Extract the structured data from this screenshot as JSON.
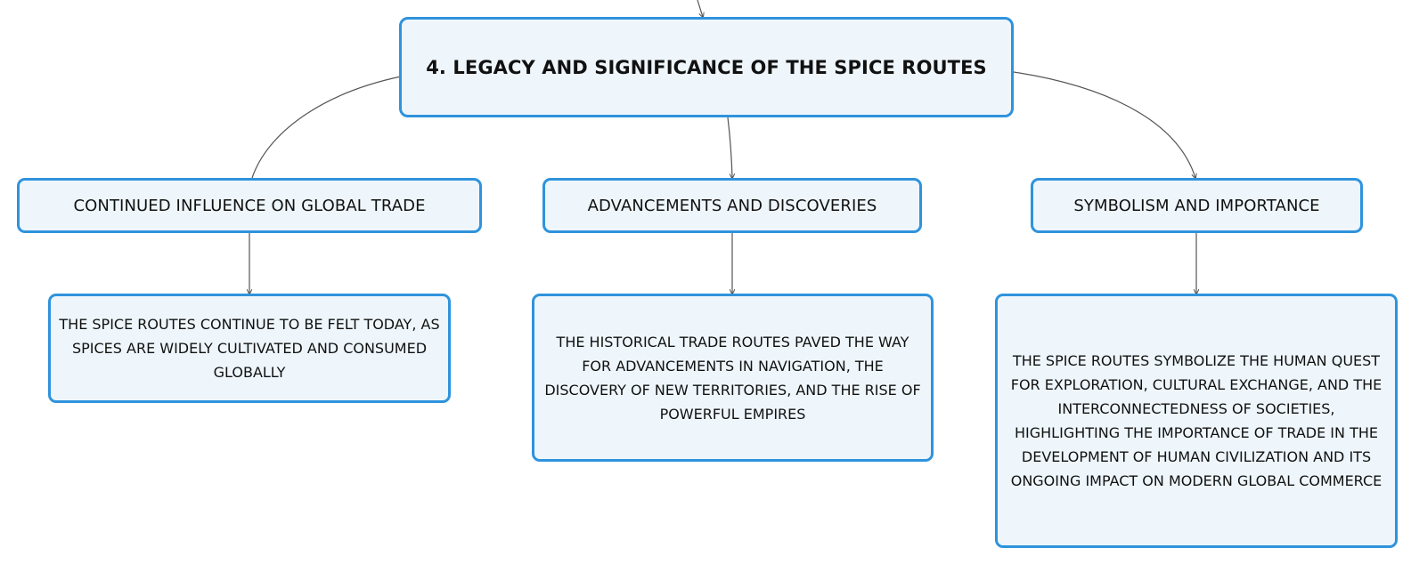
{
  "diagram": {
    "root": {
      "label": "4. LEGACY AND SIGNIFICANCE OF THE SPICE ROUTES"
    },
    "branches": [
      {
        "label": "CONTINUED INFLUENCE ON GLOBAL TRADE",
        "detail": "THE SPICE ROUTES CONTINUE TO BE FELT TODAY, AS SPICES ARE WIDELY CULTIVATED AND CONSUMED GLOBALLY"
      },
      {
        "label": "ADVANCEMENTS AND DISCOVERIES",
        "detail": "THE HISTORICAL TRADE ROUTES PAVED THE WAY FOR ADVANCEMENTS IN NAVIGATION, THE DISCOVERY OF NEW TERRITORIES, AND THE RISE OF POWERFUL EMPIRES"
      },
      {
        "label": "SYMBOLISM AND IMPORTANCE",
        "detail": "THE SPICE ROUTES SYMBOLIZE THE HUMAN QUEST FOR EXPLORATION, CULTURAL EXCHANGE, AND THE INTERCONNECTEDNESS OF SOCIETIES, HIGHLIGHTING THE IMPORTANCE OF TRADE IN THE DEVELOPMENT OF HUMAN CIVILIZATION AND ITS ONGOING IMPACT ON MODERN GLOBAL COMMERCE"
      }
    ]
  },
  "colors": {
    "node_fill": "#eef6fc",
    "node_border": "#2f93dc",
    "connector": "#555555",
    "text": "#111111"
  }
}
